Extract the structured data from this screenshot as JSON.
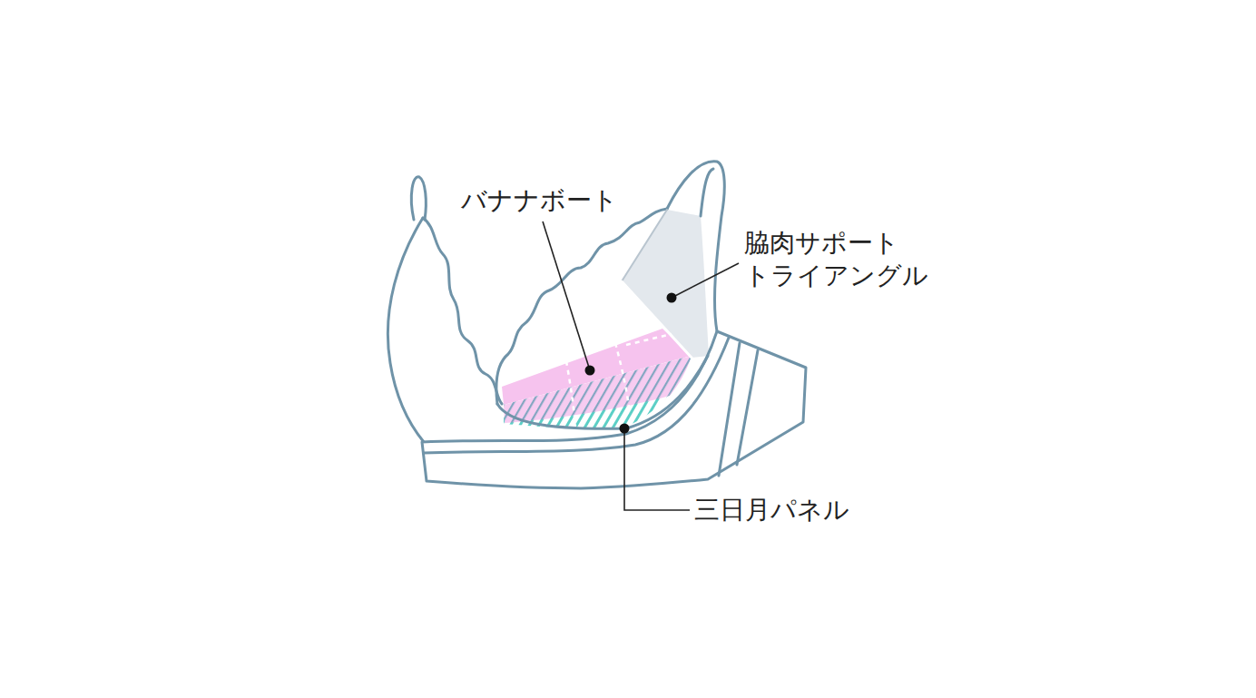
{
  "diagram": {
    "labels": [
      "バナナボート",
      "脇肉サポート トライアングル",
      "三日月パネル"
    ]
  }
}
